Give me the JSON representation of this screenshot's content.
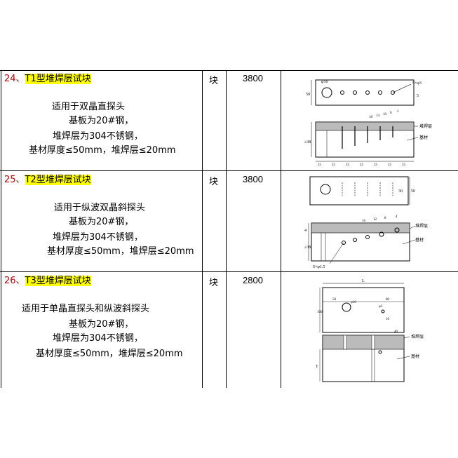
{
  "rows": [
    {
      "index": "24、",
      "name": "T1型堆焊层试块",
      "desc": [
        "适用于双晶直探头",
        "基板为20#钢，",
        "堆焊层为304不锈钢，",
        "基材厚度≤50mm，堆焊层≤20mm"
      ],
      "unit": "块",
      "price": "3800",
      "diagram": {
        "hole_label": "φ10",
        "holes_label": "5×φ3",
        "height_label": "50",
        "tick_label": "5",
        "depth_labels": [
          "18",
          "14",
          "10",
          "6",
          "2"
        ],
        "thickness_label": "≥38",
        "cladding_label": "堆焊层",
        "base_label": "基材",
        "spacing_labels": [
          "25",
          "25",
          "25",
          "25",
          "25",
          "25",
          "25"
        ]
      }
    },
    {
      "index": "25、",
      "name": "T2型堆焊层试块",
      "desc": [
        "适用于纵波双晶斜探头",
        "基板为20#钢，",
        "堆焊层为304不锈钢，",
        "基材厚度≤50mm，堆焊层≤20mm"
      ],
      "unit": "块",
      "price": "3800",
      "diagram": {
        "height_label": "50",
        "side_label": "30",
        "depth_labels": [
          "16",
          "12",
          "8",
          "4"
        ],
        "tick_label": "4",
        "thickness_label": "≥38",
        "holes_label": "5×φ1.5",
        "cladding_label": "堆焊层",
        "base_label": "基材"
      }
    },
    {
      "index": "26、",
      "name": "T3型堆焊层试块",
      "desc": [
        "适用于单晶直探头和纵波斜探头",
        "基板为20#钢，",
        "堆焊层为304不锈钢，",
        "基材厚度≤50mm，堆焊层≤20mm"
      ],
      "unit": "块",
      "price": "2800",
      "diagram": {
        "length_label": "L",
        "left_dim": "50",
        "hole_label": "φ10",
        "right_dim": "80",
        "small_hole_label": "φ3",
        "width_label": "100",
        "depth_small": "10",
        "cladding_label": "堆焊层",
        "base_label": "基材",
        "thickness_label": "T",
        "bottom_dim": "40"
      }
    }
  ]
}
